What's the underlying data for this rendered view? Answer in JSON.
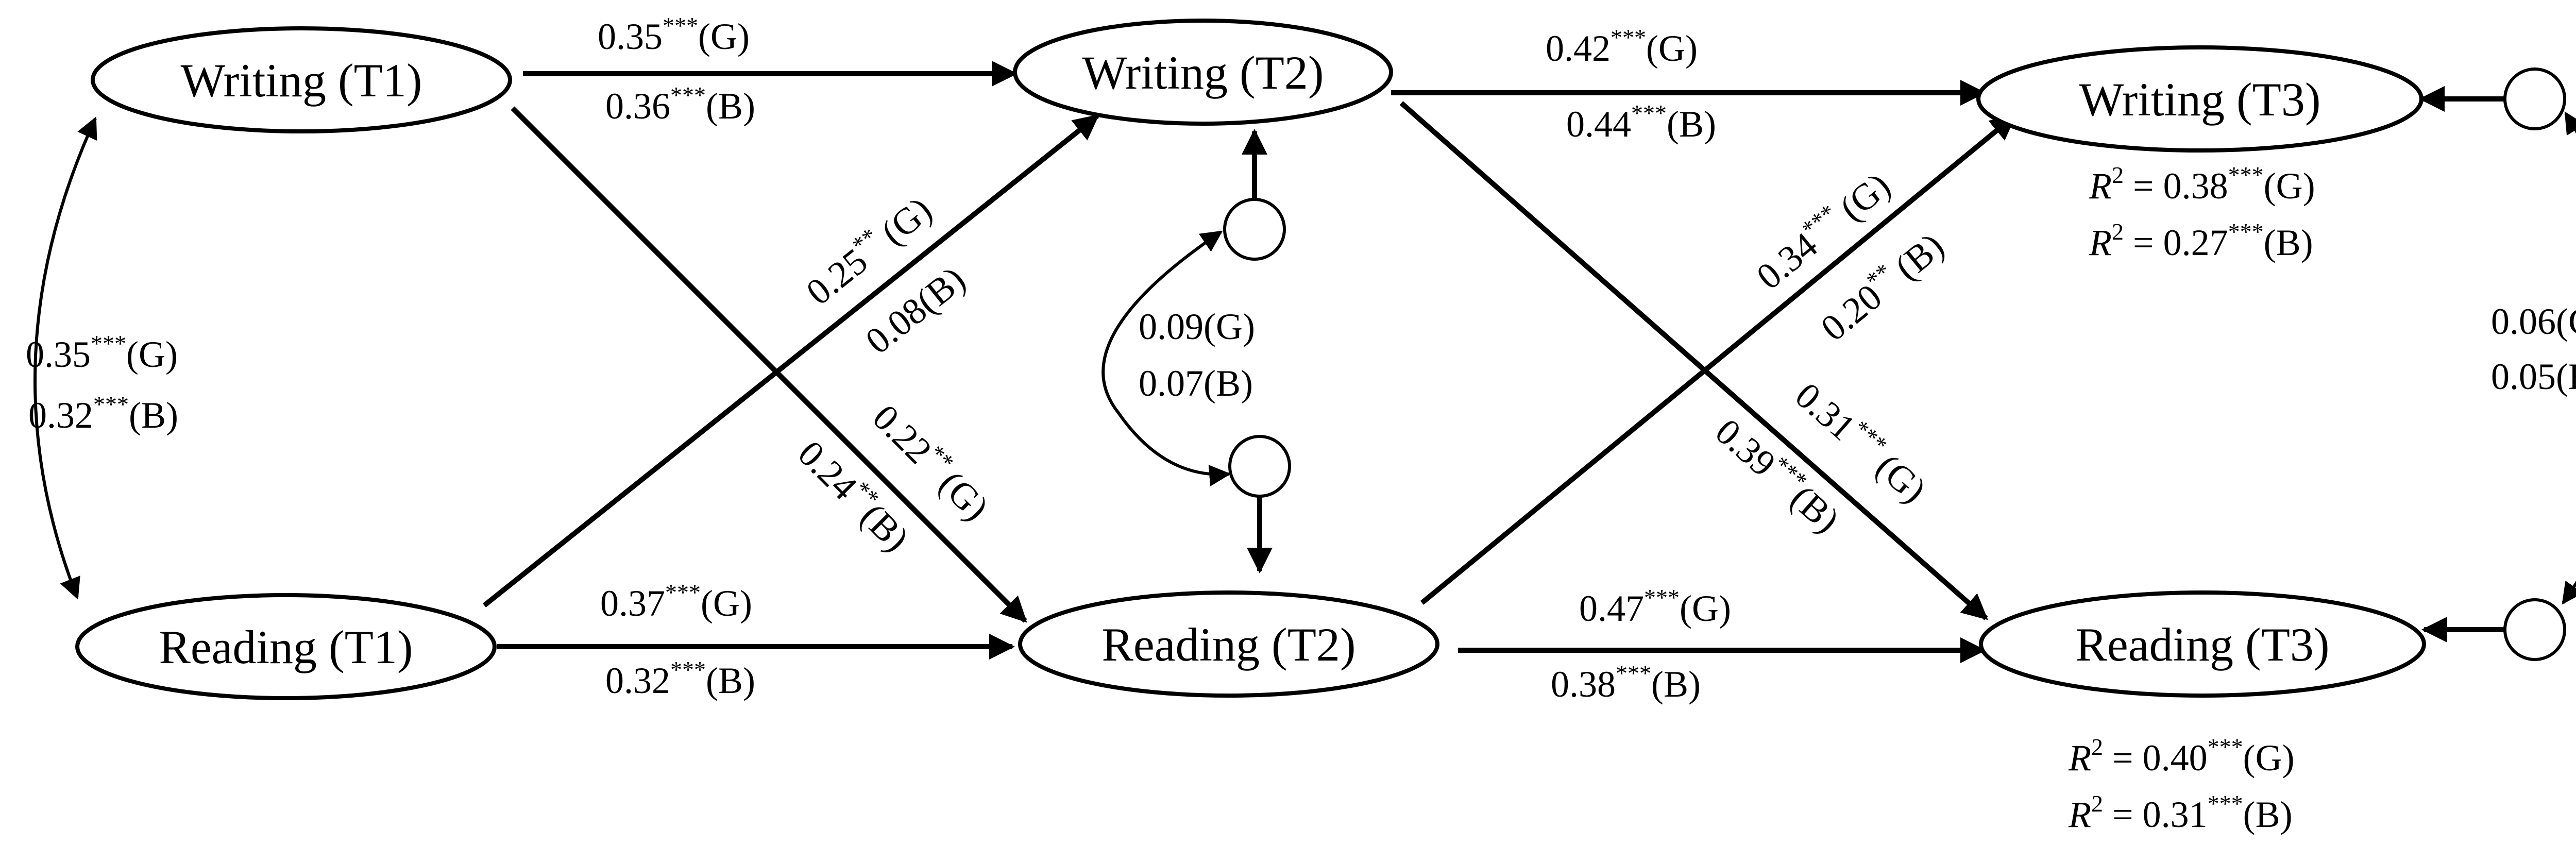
{
  "nodes": {
    "writing_t1": "Writing (T1)",
    "reading_t1": "Reading (T1)",
    "writing_t2": "Writing (T2)",
    "reading_t2": "Reading (T2)",
    "writing_t3": "Writing (T3)",
    "reading_t3": "Reading (T3)"
  },
  "paths": {
    "w1_w2": {
      "g": "0.35",
      "b": "0.36",
      "sig_g": "***",
      "sig_b": "***"
    },
    "r1_r2": {
      "g": "0.37",
      "b": "0.32",
      "sig_g": "***",
      "sig_b": "***"
    },
    "r1_w2": {
      "g": "0.25",
      "b": "0.08",
      "sig_g": "**",
      "sig_b": ""
    },
    "w1_r2": {
      "g": "0.22",
      "b": "0.24",
      "sig_g": "**",
      "sig_b": "**"
    },
    "w2_w3": {
      "g": "0.42",
      "b": "0.44",
      "sig_g": "***",
      "sig_b": "***"
    },
    "r2_r3": {
      "g": "0.47",
      "b": "0.38",
      "sig_g": "***",
      "sig_b": "***"
    },
    "r2_w3": {
      "g": "0.34",
      "b": "0.20",
      "sig_g": "***",
      "sig_b": "**"
    },
    "w2_r3": {
      "g": "0.31",
      "b": "0.39",
      "sig_g": "***",
      "sig_b": "***"
    }
  },
  "covariances": {
    "t1": {
      "g": "0.35",
      "b": "0.32",
      "sig_g": "***",
      "sig_b": "***"
    },
    "t2": {
      "g": "0.09",
      "b": "0.07"
    },
    "t3": {
      "g": "0.06",
      "b": "0.05"
    }
  },
  "r_squared": {
    "writing_t3": {
      "g": "0.38",
      "b": "0.27",
      "sig_g": "***",
      "sig_b": "***"
    },
    "reading_t3": {
      "g": "0.40",
      "b": "0.31",
      "sig_g": "***",
      "sig_b": "***"
    }
  },
  "labels": {
    "r2_symbol": "R",
    "r2_exp": "2",
    "equals": " = ",
    "group_g": "(G)",
    "group_b": "(B)"
  }
}
